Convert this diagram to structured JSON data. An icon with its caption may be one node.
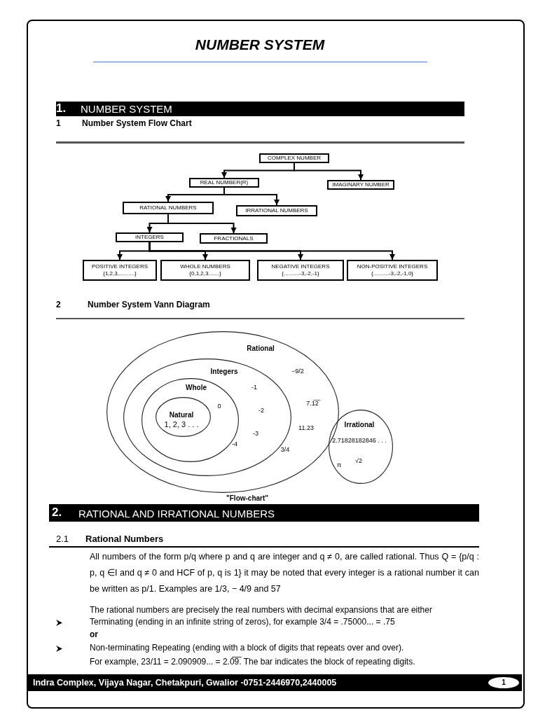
{
  "diagram": {
    "title": "NUMBER SYSTEM",
    "nodes": [
      {
        "text": [
          "COMPLEX NUMBER"
        ]
      },
      {
        "text": [
          "REAL NUMBER(R)"
        ]
      },
      {
        "text": [
          "IMAGINARY NUMBER"
        ]
      },
      {
        "text": [
          "RATIONAL NUMBERS"
        ]
      },
      {
        "text": [
          "IRRATIONAL NUMBERS"
        ]
      },
      {
        "text": [
          "INTEGERS"
        ]
      },
      {
        "text": [
          "FRACTIONALS"
        ]
      },
      {
        "text": [
          "POSITIVE INTEGERS",
          "{1,2,3,..........}"
        ]
      },
      {
        "text": [
          "WHOLE NUMBERS",
          "{0,1,2,3.......}"
        ]
      },
      {
        "text": [
          "NEGATIVE INTEGERS",
          "{..........-3,-2,-1}"
        ]
      },
      {
        "text": [
          "NON-POSITIVE INTEGERS",
          "{..........-3,-2,-1,0}"
        ]
      },
      {
        "text": [
          "Rational",
          "−9/2",
          "7.1̅2̅",
          "11.23",
          "3/4"
        ]
      },
      {
        "text": [
          "Integers",
          "-1",
          "-2",
          "-3",
          "-4"
        ],
        "in": 11
      },
      {
        "text": [
          "Whole",
          "0"
        ],
        "in": 12
      },
      {
        "text": [
          "Natural",
          "1, 2, 3 . . ."
        ],
        "in": 13
      },
      {
        "text": [
          "Irrational",
          "2.71828182846 . . .",
          "π",
          "√2"
        ]
      }
    ],
    "edges": [
      {
        "from": 0,
        "to": 1,
        "arrow": "to"
      },
      {
        "from": 0,
        "to": 2,
        "arrow": "to"
      },
      {
        "from": 1,
        "to": 3,
        "arrow": "to"
      },
      {
        "from": 1,
        "to": 4,
        "arrow": "to"
      },
      {
        "from": 3,
        "to": 5,
        "arrow": "to"
      },
      {
        "from": 3,
        "to": 6,
        "arrow": "to"
      },
      {
        "from": 5,
        "to": 7,
        "arrow": "to"
      },
      {
        "from": 5,
        "to": 8,
        "arrow": "to"
      },
      {
        "from": 5,
        "to": 9,
        "arrow": "to"
      },
      {
        "from": 5,
        "to": 10,
        "arrow": "to"
      }
    ],
    "labels": [
      "1.",
      "NUMBER SYSTEM",
      "1",
      "Number System Flow Chart",
      "2",
      "Number System Vann Diagram",
      "\"Flow-chart\"",
      "2.",
      "RATIONAL AND IRRATIONAL NUMBERS",
      "2.1",
      "Rational Numbers",
      "All numbers of the form p/q where p and q are integer and q ≠ 0, are called rational. Thus Q = {p/q : p, q ∈I and q ≠ 0 and HCF of p, q is 1} it may be noted that every integer is a rational number it can be written as p/1. Examples are 1/3, − 4/9 and 57",
      "The rational numbers are precisely the real numbers with decimal expansions that are either",
      "Terminating (ending in an infinite string of zeros), for example 3/4 = .75000... = .75",
      "or",
      "Non-terminating Repeating (ending with a block of digits that repeats over and over).",
      "For example, 23/11 = 2.090909... = 2.0̅9̅. The bar indicates the block of repeating digits.",
      "Indra Complex, Vijaya Nagar, Chetakpuri, Gwalior -0751-2446970,2440005",
      "1"
    ]
  }
}
